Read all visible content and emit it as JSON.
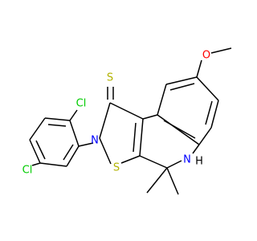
{
  "molecule": {
    "atoms": {
      "s_thione": "S",
      "cl_upper": "Cl",
      "cl_lower": "Cl",
      "n_ring": "N",
      "s_ring": "S",
      "o_methoxy": "O",
      "nh": "N",
      "nh_h": "H"
    }
  },
  "colors": {
    "bond": "#000000",
    "carbon": "#000000",
    "sulfur": "#b2b200",
    "chlorine": "#00cc00",
    "nitrogen": "#0000ff",
    "oxygen": "#ff0000"
  }
}
